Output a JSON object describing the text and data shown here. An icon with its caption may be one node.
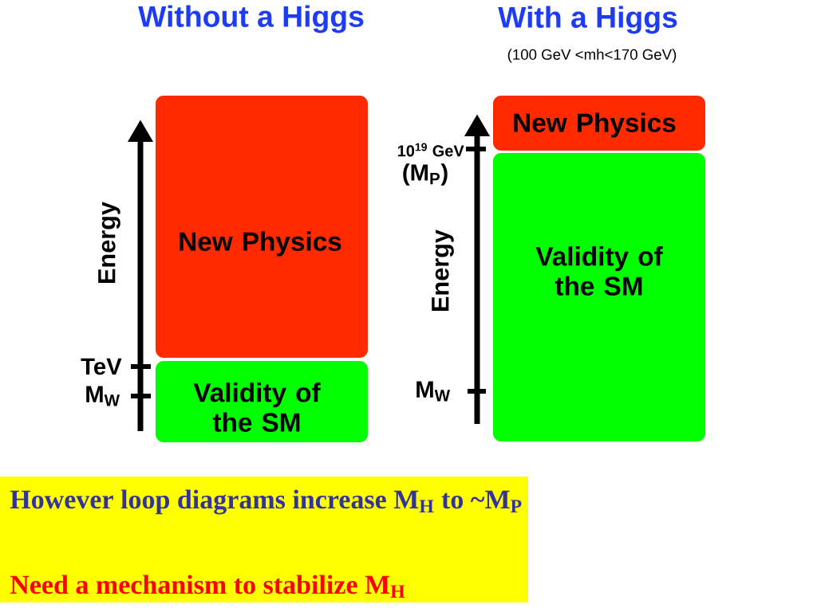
{
  "diagram": {
    "nodes": [
      {
        "text": [
          "New Physics"
        ]
      },
      {
        "text": [
          "Validity of the SM"
        ]
      },
      {
        "text": [
          "New Physics"
        ]
      },
      {
        "text": [
          "Validity of the SM"
        ]
      },
      {
        "text": [
          "However loop diagrams increase M$_{H}$ to ~M$_{P}$",
          "Need a mechanism to stabilize M$_{H}$"
        ]
      }
    ],
    "labels": [
      "Without a Higgs",
      "With a Higgs",
      "(100 GeV <mh<170 GeV)",
      "10$^{19}$ GeV",
      "(M$_{P}$)",
      "Energy",
      "Energy",
      "TeV",
      "M$_{W}$",
      "M$_{W}$"
    ]
  }
}
